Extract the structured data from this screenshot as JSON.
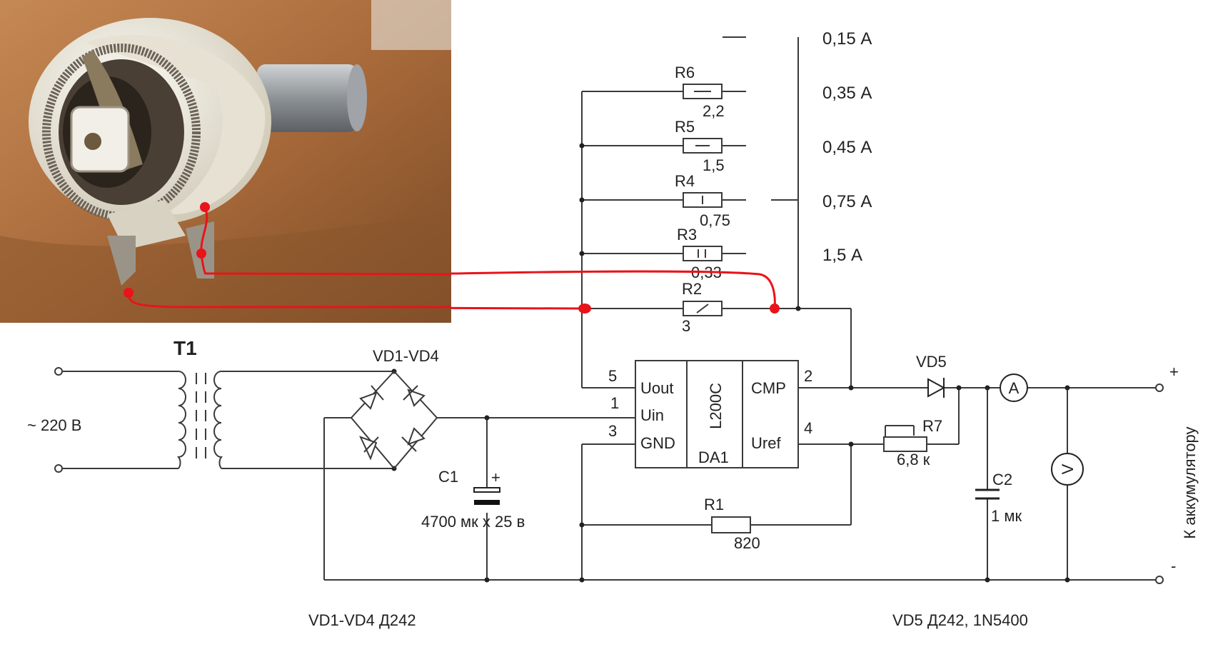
{
  "transformer": {
    "name": "T1",
    "input": "~ 220 В"
  },
  "bridge": {
    "name": "VD1-VD4",
    "note": "VD1-VD4 Д242"
  },
  "c1": {
    "name": "C1",
    "plus": "+",
    "value": "4700 мк х 25 в"
  },
  "ic": {
    "part": "L200C",
    "ref": "DA1",
    "pins": {
      "uout": "Uout",
      "uin": "Uin",
      "gnd": "GND",
      "cmp": "CMP",
      "uref": "Uref"
    },
    "pin_numbers": {
      "uout": "5",
      "uin": "1",
      "gnd": "3",
      "cmp": "2",
      "uref": "4"
    }
  },
  "resistors": [
    {
      "name": "R6",
      "value": "2,2",
      "current": "0,35 А"
    },
    {
      "name": "R5",
      "value": "1,5",
      "current": "0,45 А"
    },
    {
      "name": "R4",
      "value": "0,75",
      "current": "0,75 А"
    },
    {
      "name": "R3",
      "value": "0,33",
      "current": "1,5 А"
    },
    {
      "name": "R2",
      "value": "3",
      "current": ""
    }
  ],
  "top_current": "0,15 А",
  "r1": {
    "name": "R1",
    "value": "820"
  },
  "r7": {
    "name": "R7",
    "value": "6,8 к"
  },
  "vd5": {
    "name": "VD5",
    "note": "VD5 Д242, 1N5400"
  },
  "c2": {
    "name": "C2",
    "value": "1 мк"
  },
  "meters": {
    "ammeter": "A",
    "voltmeter": "V"
  },
  "output": {
    "label": "К аккумулятору",
    "plus": "+",
    "minus": "-"
  },
  "colors": {
    "wire": "#3a3a3a",
    "highlight_wire": "#e8141a",
    "photo_bg": "#a86a3a",
    "ceramic": "#ece9df"
  }
}
